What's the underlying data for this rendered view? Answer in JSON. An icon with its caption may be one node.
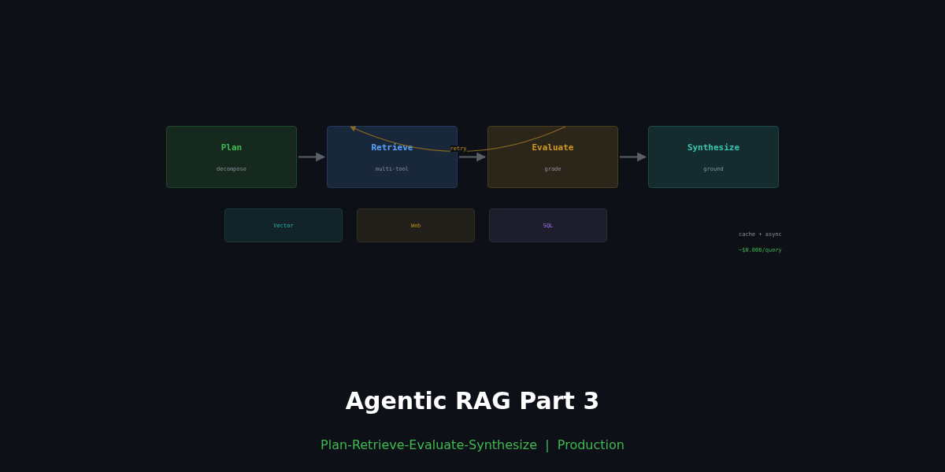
{
  "diagram": {
    "title": "Agentic RAG Part 3",
    "caption": "Plan-Retrieve-Evaluate-Synthesize  |  Production",
    "nodes": [
      {
        "text": [
          "Plan",
          "decompose"
        ]
      },
      {
        "text": [
          "Retrieve",
          "multi-tool"
        ]
      },
      {
        "text": [
          "Evaluate",
          "grade"
        ]
      },
      {
        "text": [
          "Synthesize",
          "ground"
        ]
      },
      {
        "text": [
          "Vector"
        ]
      },
      {
        "text": [
          "Web"
        ]
      },
      {
        "text": [
          "SQL"
        ]
      }
    ],
    "edges": [
      {
        "from": 0,
        "to": 1,
        "arrow": "to"
      },
      {
        "from": 1,
        "to": 2,
        "arrow": "to"
      },
      {
        "from": 2,
        "to": 3,
        "arrow": "to"
      },
      {
        "from": 2,
        "to": 1,
        "arrow": "to",
        "label": "retry",
        "color": "#8b6a22"
      }
    ],
    "labels": [
      "cache + async",
      "~$0.008/query"
    ]
  }
}
